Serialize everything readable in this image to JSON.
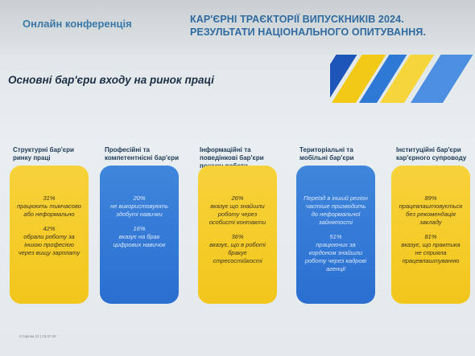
{
  "header": {
    "conference": "Онлайн конференція",
    "report_title": "КАР'ЄРНІ ТРАЄКТОРІЇ ВИПУСКНИКІВ 2024. РЕЗУЛЬТАТИ НАЦІОНАЛЬНОГО ОПИТУВАННЯ."
  },
  "section_title": "Основні бар'єри входу на ринок праці",
  "columns": [
    {
      "label": "Структурні бар'єри ринку праці",
      "color": "#f3c61c",
      "stats": [
        {
          "pct": "31%",
          "text": "працюють тимчасово або неформально"
        },
        {
          "pct": "42%",
          "text": "обрали роботу за іншою професією через вищу зарплату"
        }
      ]
    },
    {
      "label": "Професійні та компетентнісні бар'єри",
      "color": "#2a6fd0",
      "stats": [
        {
          "pct": "20%",
          "text": "не використовують здобуті навички"
        },
        {
          "pct": "16%",
          "text": "вказує на брак цифрових навичок"
        }
      ]
    },
    {
      "label": "Інформаційні та поведінкові бар'єри пошуку роботи",
      "color": "#f3c61c",
      "stats": [
        {
          "pct": "26%",
          "text": "вказує що знайшли роботу через особисті контакти"
        },
        {
          "pct": "36%",
          "text": "вказує, що в роботі бракує стресостійкості"
        }
      ]
    },
    {
      "label": "Територіальні та мобільні бар'єри",
      "color": "#2a6fd0",
      "stats": [
        {
          "pct": "",
          "text": "Переїзд в інший регіон частіше призводить до неформальної зайнятості"
        },
        {
          "pct": "51%",
          "text": "працюючих за кордоном знайшли роботу через кадрові агенції"
        }
      ]
    },
    {
      "label": "Інституційні бар'єри кар'єрного супроводу",
      "color": "#f3c61c",
      "stats": [
        {
          "pct": "89%",
          "text": "працевлаштовується без рекомендація закладу"
        },
        {
          "pct": "81%",
          "text": "вказує, що практика не сприяла працевлаштуванню"
        }
      ]
    }
  ],
  "footer": "Сторінка 10   |   23.07.25"
}
